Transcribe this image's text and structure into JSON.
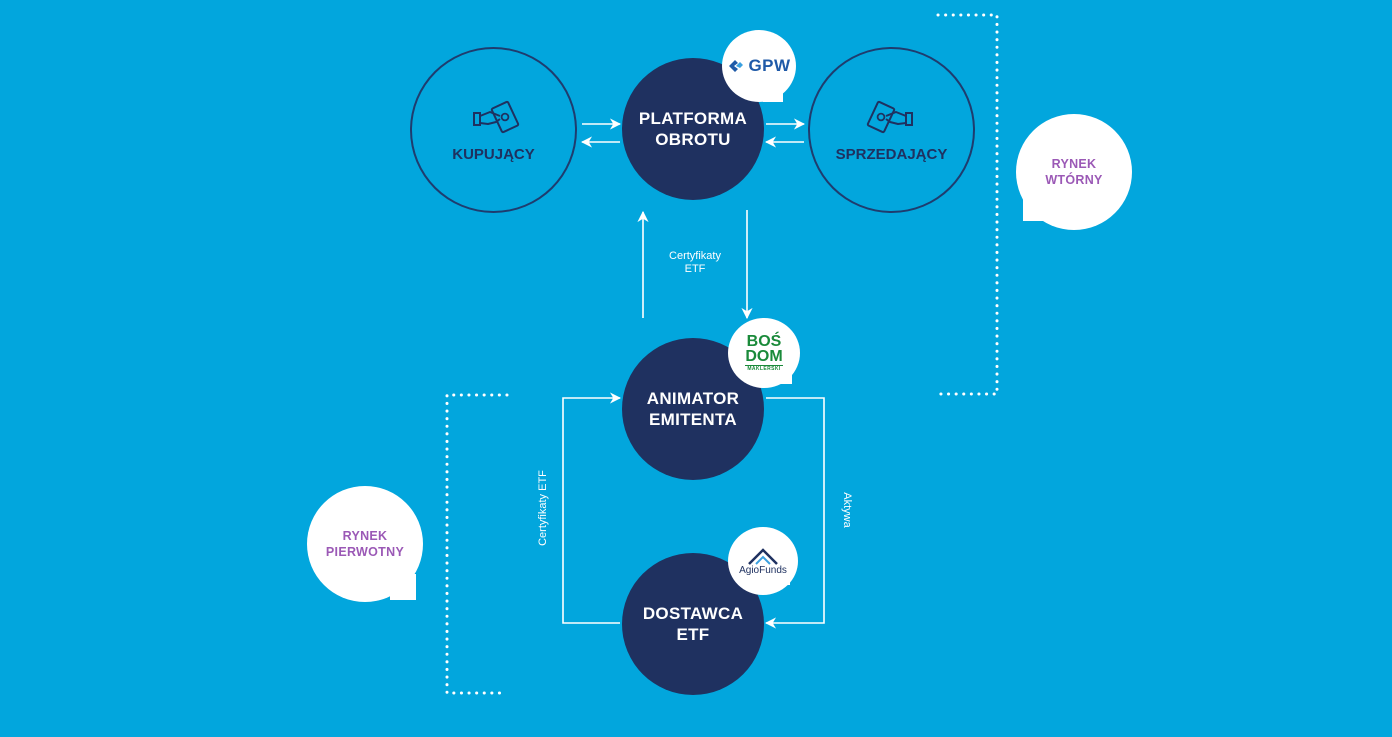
{
  "colors": {
    "background": "#02a6dd",
    "node_dark": "#1f3160",
    "outline": "#1f3c6e",
    "market_label": "#9b59b6",
    "gpw_blue": "#1f5aa8",
    "bos_green": "#1a8a3a"
  },
  "nodes": {
    "buyer": {
      "label": "KUPUJĄCY",
      "icon": "handshake-money-icon"
    },
    "platform": {
      "label": "PLATFORMA\nOBROTU"
    },
    "seller": {
      "label": "SPRZEDAJĄCY",
      "icon": "handshake-money-icon"
    },
    "animator": {
      "label": "ANIMATOR\nEMITENTA"
    },
    "provider": {
      "label": "DOSTAWCA\nETF"
    }
  },
  "markets": {
    "secondary": "RYNEK\nWTÓRNY",
    "primary": "RYNEK\nPIERWOTNY"
  },
  "edge_labels": {
    "platform_animator": "Certyfikaty\nETF",
    "provider_animator_left": "Certyfikaty ETF",
    "provider_animator_right": "Aktywa"
  },
  "logos": {
    "gpw": {
      "text": "GPW",
      "icon": "gpw-logo-icon"
    },
    "bos": {
      "top": "BOŚ",
      "middle": "DOM",
      "bottom": "MAKLERSKI"
    },
    "agio": {
      "text": "AgioFunds",
      "icon": "agio-roof-icon"
    }
  }
}
